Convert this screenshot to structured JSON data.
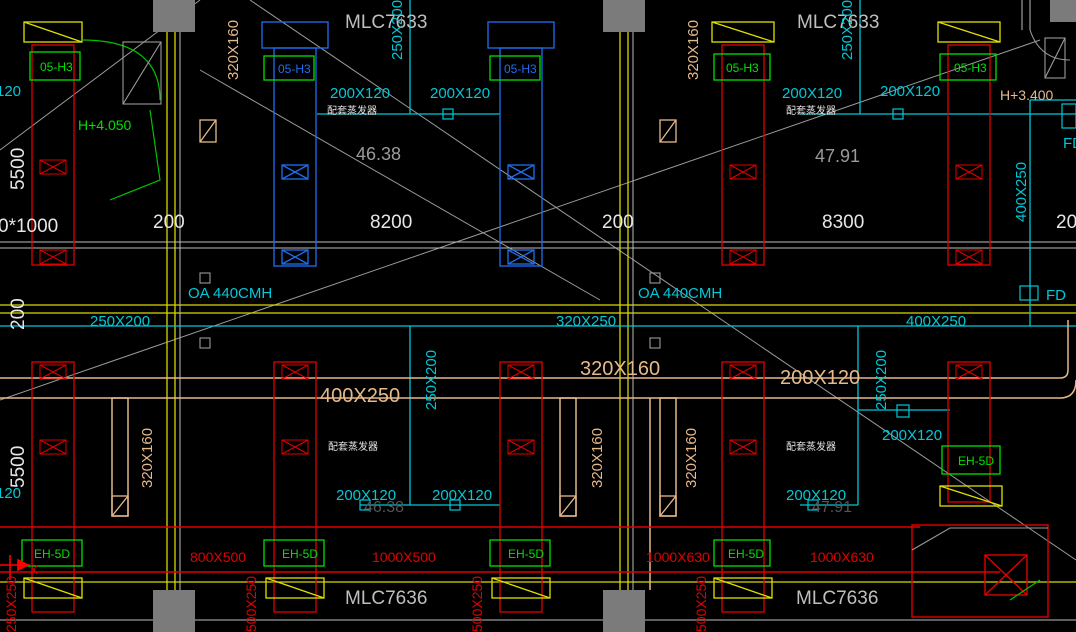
{
  "colors": {
    "background": "#000000",
    "grid_yellow": "#d8d800",
    "wall_white": "#bdbdbd",
    "duct_cyan": "#00c8d8",
    "exhaust_red": "#e00000",
    "duct_tan": "#e6b98a",
    "fcu_blue": "#1e6ef0",
    "fan_green": "#00e000",
    "leader_green": "#00c000",
    "column_gray": "#7b7b7b",
    "fire_damper_orange": "#e8a060",
    "text_white": "#e6e6e6",
    "text_gray": "#bfbfbf"
  },
  "labels": {
    "room_top_left": "MLC7633",
    "room_top_right": "MLC7633",
    "room_bottom_left": "MLC7636",
    "room_bottom_right": "MLC7636",
    "fan_top_left": "05-H3",
    "fan_top_mid_left": "05-H3",
    "fan_top_mid_right": "05-H3",
    "fan_top_right_a": "05-H3",
    "fan_top_right_b": "05-H3",
    "fan_bottom_1": "EH-5D",
    "fan_bottom_2": "EH-5D",
    "fan_bottom_3": "EH-5D",
    "fan_bottom_4": "EH-5D",
    "fan_bottom_5": "EH-5D",
    "elev_left": "H+4.050",
    "elev_right": "H+3.400",
    "area_left": "46.38",
    "area_right": "47.91",
    "area_left_bottom_ghost": "46.38",
    "area_right_bottom_ghost": "47.91",
    "dim_8200": "8200",
    "dim_8300": "8300",
    "dim_200_left": "200",
    "dim_200_mid": "200",
    "dim_200_right": "20",
    "dim_5500_top": "5500",
    "dim_5500_bottom": "5500",
    "dim_200_vertical": "200",
    "dim_1000_left": "0*1000",
    "oa_left": "OA 440CMH",
    "oa_right": "OA 440CMH",
    "fd": "FD",
    "fd_top_right": "FD",
    "duct_250x200": "250X200",
    "duct_320x250_a": "320X250",
    "duct_400x250_right": "400X250",
    "duct_400x250_mid": "400X250",
    "duct_320x160_tan": "320X160",
    "duct_200x120_tan": "200X120",
    "duct_200x120_a": "200X120",
    "duct_200x120_b": "200X120",
    "duct_200x120_c": "200X120",
    "duct_200x120_d": "200X120",
    "duct_200x120_e": "200X120",
    "duct_200x120_f": "200X120",
    "duct_200x120_g": "200X120",
    "duct_200x120_h": "200X120",
    "duct_120_left_top": "120",
    "duct_120_left_bottom": "120",
    "v_320x160_a": "320X160",
    "v_320x160_b": "320X160",
    "v_320x160_c": "320X160",
    "v_320x160_d": "320X160",
    "v_320x160_e": "320X160",
    "v_250x200_a": "250X200",
    "v_250x200_b": "250X200",
    "v_250x200_c": "250X200",
    "v_250x200_d": "250X200",
    "v_400x250": "400X250",
    "v_250x250_left": "250X250",
    "v_500x250_a": "500X250",
    "v_500x250_b": "500X250",
    "v_500x250_c": "500X250",
    "red_800x500": "800X500",
    "red_1000x500": "1000X500",
    "red_1000x630_a": "1000X630",
    "red_1000x630_b": "1000X630",
    "cn_note_1": "配套蒸发器",
    "cn_note_2": "配套蒸发器",
    "cn_note_3": "配套蒸发器",
    "cn_note_4": "配套蒸发器",
    "axis_x": "X"
  }
}
